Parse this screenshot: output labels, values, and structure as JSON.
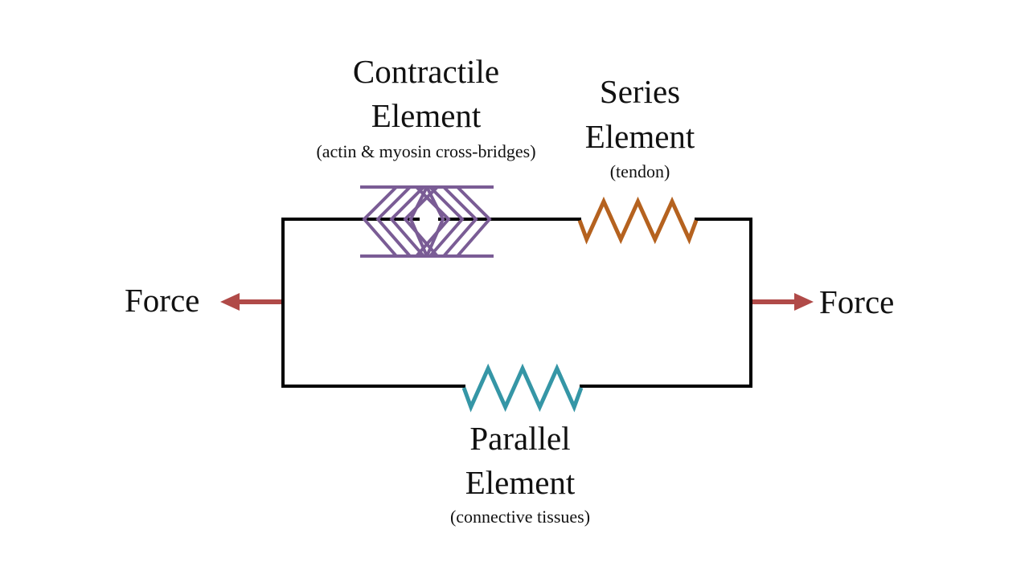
{
  "colors": {
    "wire": "#000000",
    "contractile": "#7a5c95",
    "series": "#b5621f",
    "parallel": "#3596a6",
    "arrow": "#b04a48",
    "text": "#111111"
  },
  "contractile": {
    "title_line1": "Contractile",
    "title_line2": "Element",
    "subtitle": "(actin & myosin cross-bridges)"
  },
  "series": {
    "title_line1": "Series",
    "title_line2": "Element",
    "subtitle": "(tendon)"
  },
  "parallel": {
    "title_line1": "Parallel",
    "title_line2": "Element",
    "subtitle": "(connective tissues)"
  },
  "force_left": {
    "label": "Force",
    "direction": "left"
  },
  "force_right": {
    "label": "Force",
    "direction": "right"
  }
}
